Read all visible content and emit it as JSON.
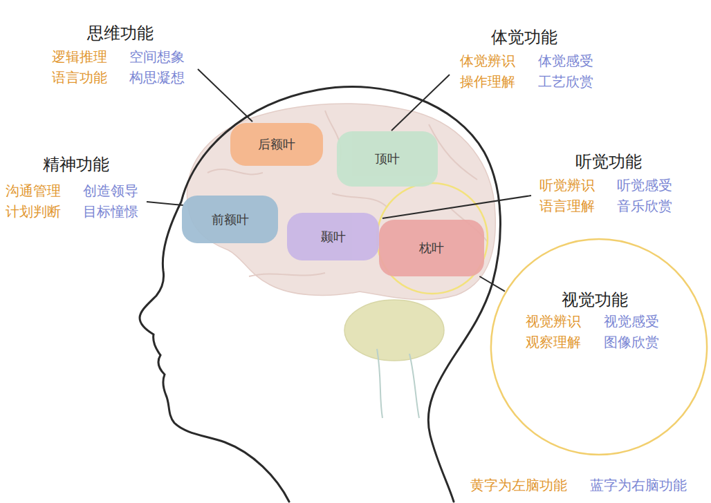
{
  "diagram": {
    "nodes": [
      {
        "text": [
          "后额叶"
        ]
      },
      {
        "text": [
          "顶叶"
        ]
      },
      {
        "text": [
          "前额叶"
        ]
      },
      {
        "text": [
          "颞叶"
        ]
      },
      {
        "text": [
          "枕叶"
        ]
      },
      {
        "text": [
          "视觉功能",
          "视觉辨识",
          "视觉感受",
          "观察理解",
          "图像欣赏"
        ]
      }
    ],
    "edges": [
      {
        "from": 4,
        "to": 5,
        "arrow": "none"
      }
    ],
    "labels": [
      "思维功能",
      "逻辑推理",
      "空间想象",
      "语言功能",
      "构思凝想",
      "体觉功能",
      "体觉辨识",
      "体觉感受",
      "操作理解",
      "工艺欣赏",
      "精神功能",
      "沟通管理",
      "创造领导",
      "计划判断",
      "目标憧憬",
      "听觉功能",
      "听觉辨识",
      "听觉感受",
      "语言理解",
      "音乐欣赏",
      "黄字为左脑功能",
      "蓝字为右脑功能"
    ]
  }
}
